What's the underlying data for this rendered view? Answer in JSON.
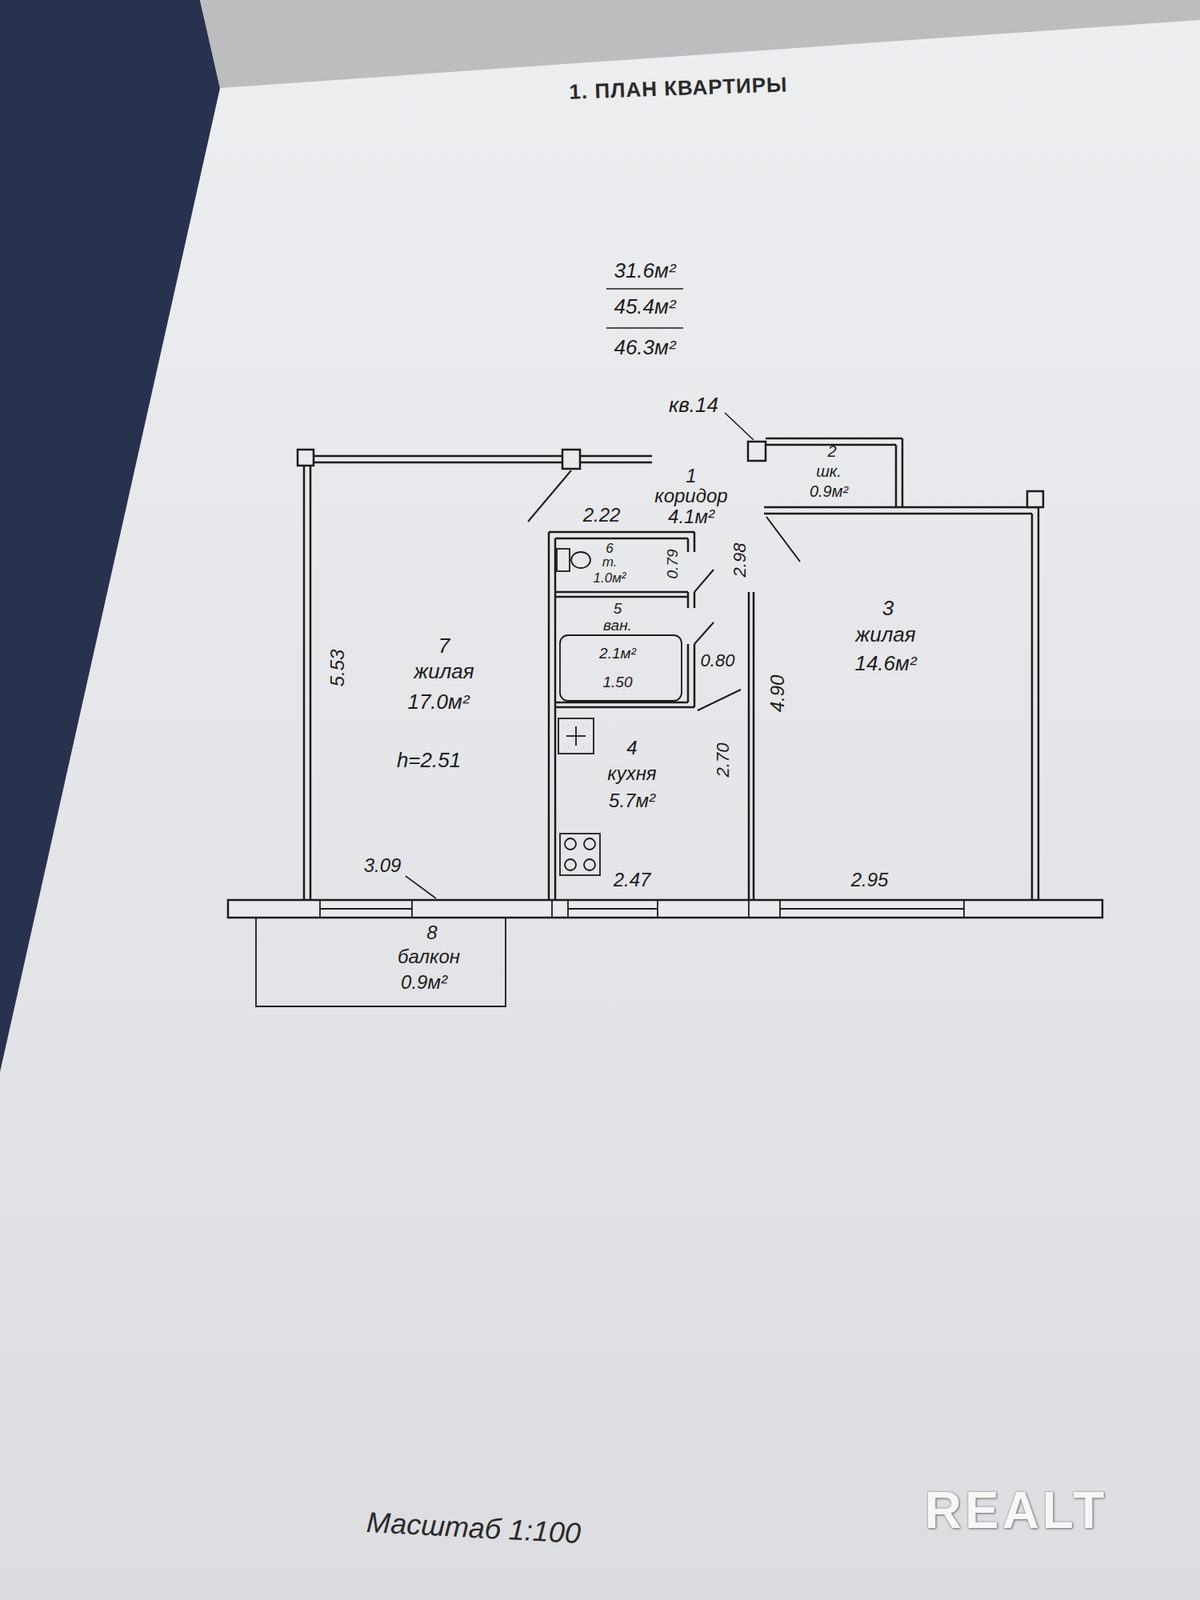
{
  "diagram": {
    "title": "1. ПЛАН КВАРТИРЫ",
    "labels": [
      "31.6м²",
      "45.4м²",
      "46.3м²",
      "кв.14",
      "1",
      "коридор",
      "4.1м²",
      "2",
      "шк.",
      "0.9м²",
      "2.22",
      "6",
      "т.",
      "1.0м²",
      "0.79",
      "2.98",
      "5",
      "ван.",
      "2.1м²",
      "0.80",
      "1.50",
      "3",
      "жилая",
      "14.6м²",
      "4.90",
      "5.53",
      "7",
      "жилая",
      "17.0м²",
      "h=2.51",
      "4",
      "кухня",
      "5.7м²",
      "2.70",
      "3.09",
      "2.47",
      "2.95",
      "8",
      "балкон",
      "0.9м²",
      "Масштаб 1:100",
      "REALT"
    ]
  }
}
